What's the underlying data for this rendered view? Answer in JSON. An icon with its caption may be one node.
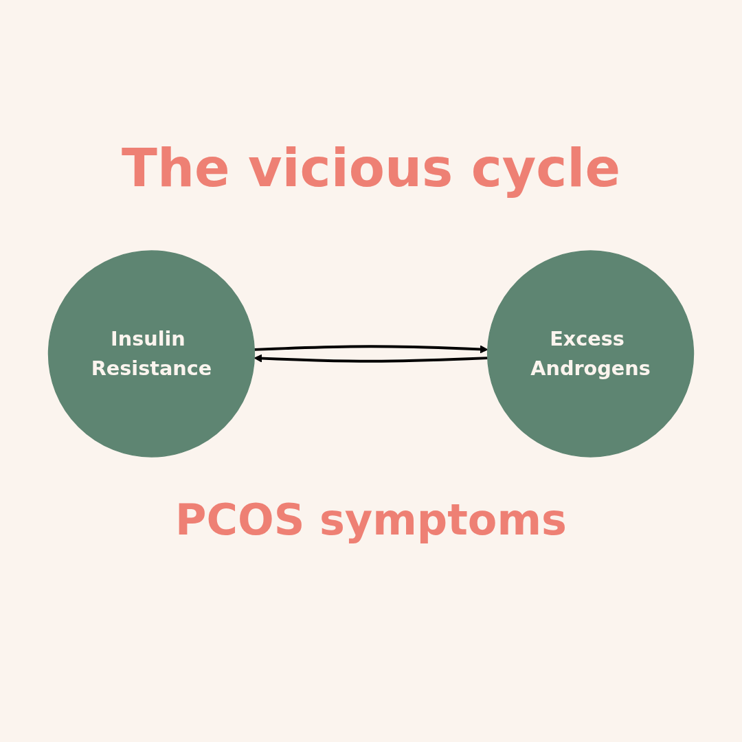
{
  "diagram": {
    "title": "The vicious cycle",
    "nodes": [
      {
        "text": [
          "Insulin Resistance"
        ]
      },
      {
        "text": [
          "Excess Androgens"
        ]
      }
    ],
    "edges": [
      {
        "from": 0,
        "to": 1,
        "arrow": "to"
      },
      {
        "from": 1,
        "to": 0,
        "arrow": "to"
      }
    ],
    "labels": [
      "PCOS symptoms"
    ]
  }
}
